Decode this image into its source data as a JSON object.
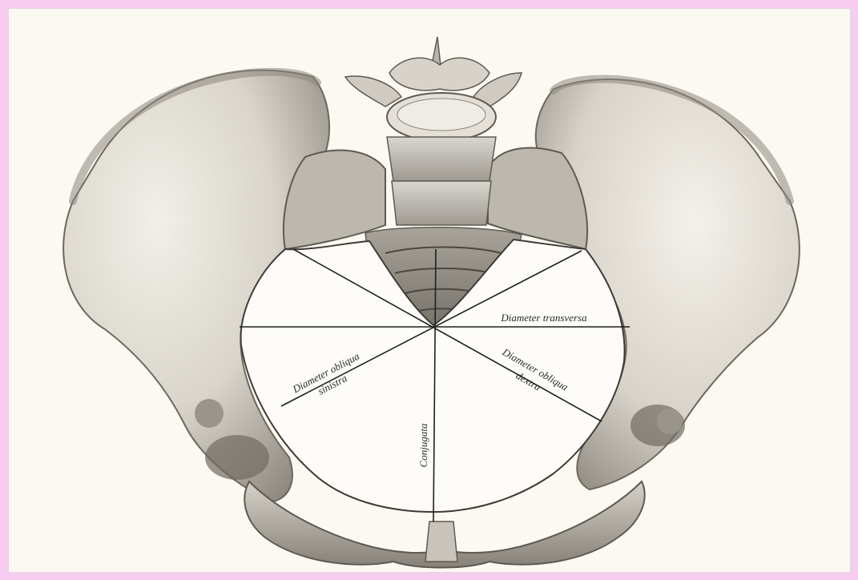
{
  "figure": {
    "subject": "pelvis-inlet-diameters",
    "colors": {
      "page_border": "#f6ccf0",
      "paper": "#fbf9f2",
      "bone_light": "#ece9e1",
      "bone_mid": "#c8c4bb",
      "bone_dark": "#8a867e",
      "ink": "#2a2a2a"
    }
  },
  "labels": {
    "transverse": "Diameter transversa",
    "oblique_left_line1": "Diameter obliqua",
    "oblique_left_line2": "sinistra",
    "oblique_right_line1": "Diameter obliqua",
    "oblique_right_line2": "dextra",
    "conjugate": "Conjugata"
  }
}
